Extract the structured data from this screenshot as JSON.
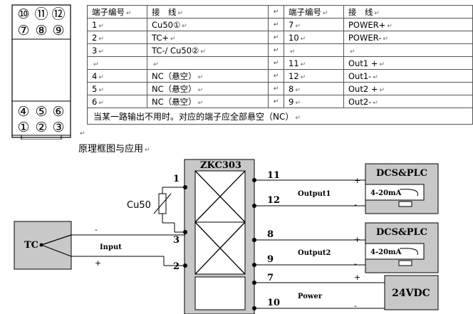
{
  "terminal_block": {
    "top_row1": [
      "⑩",
      "⑪",
      "⑫"
    ],
    "top_row2": [
      "⑦",
      "⑧",
      "⑨"
    ],
    "bottom_row1": [
      "④",
      "⑤",
      "⑥"
    ],
    "bottom_row2": [
      "①",
      "②",
      "③"
    ]
  },
  "table": {
    "headers": [
      "端子编号",
      "接　线",
      "端子编号",
      "接　线"
    ],
    "return_mark": "↵",
    "rows": [
      {
        "t1": "1",
        "w1": "Cu50①",
        "t2": "7",
        "w2": "POWER+"
      },
      {
        "t1": "2",
        "w1": "TC+",
        "t2": "10",
        "w2": "POWER-"
      },
      {
        "t1": "3",
        "w1": "TC-/ Cu50②",
        "t2": "",
        "w2": ""
      },
      {
        "t1": "",
        "w1": "",
        "t2": "11",
        "w2": "Out1 +"
      },
      {
        "t1": "4",
        "w1": "NC（悬空）",
        "t2": "12",
        "w2": "Out1-"
      },
      {
        "t1": "5",
        "w1": "NC（悬空）",
        "t2": "8",
        "w2": "Out2 +"
      },
      {
        "t1": "6",
        "w1": "NC（悬空）",
        "t2": "9",
        "w2": "Out2-"
      }
    ],
    "note": "当某一路输出不用时。对应的端子应全部悬空（NC）"
  },
  "section_title": "原理框图与应用",
  "diagram": {
    "module": "ZKC303",
    "sensor": "TC",
    "rtd": "Cu50",
    "input_label": "Input",
    "output1_label": "Output1",
    "output2_label": "Output2",
    "power_label": "Power",
    "pins": {
      "p1": "1",
      "p3": "3",
      "p2": "2",
      "p11": "11",
      "p12": "12",
      "p8": "8",
      "p9": "9",
      "p7": "7",
      "p10": "10"
    },
    "plus": "+",
    "minus": "-",
    "dcs1": "DCS&PLC",
    "dcs2": "DCS&PLC",
    "signal1": "4-20mA",
    "signal2": "4-20mA",
    "supply": "24VDC"
  }
}
